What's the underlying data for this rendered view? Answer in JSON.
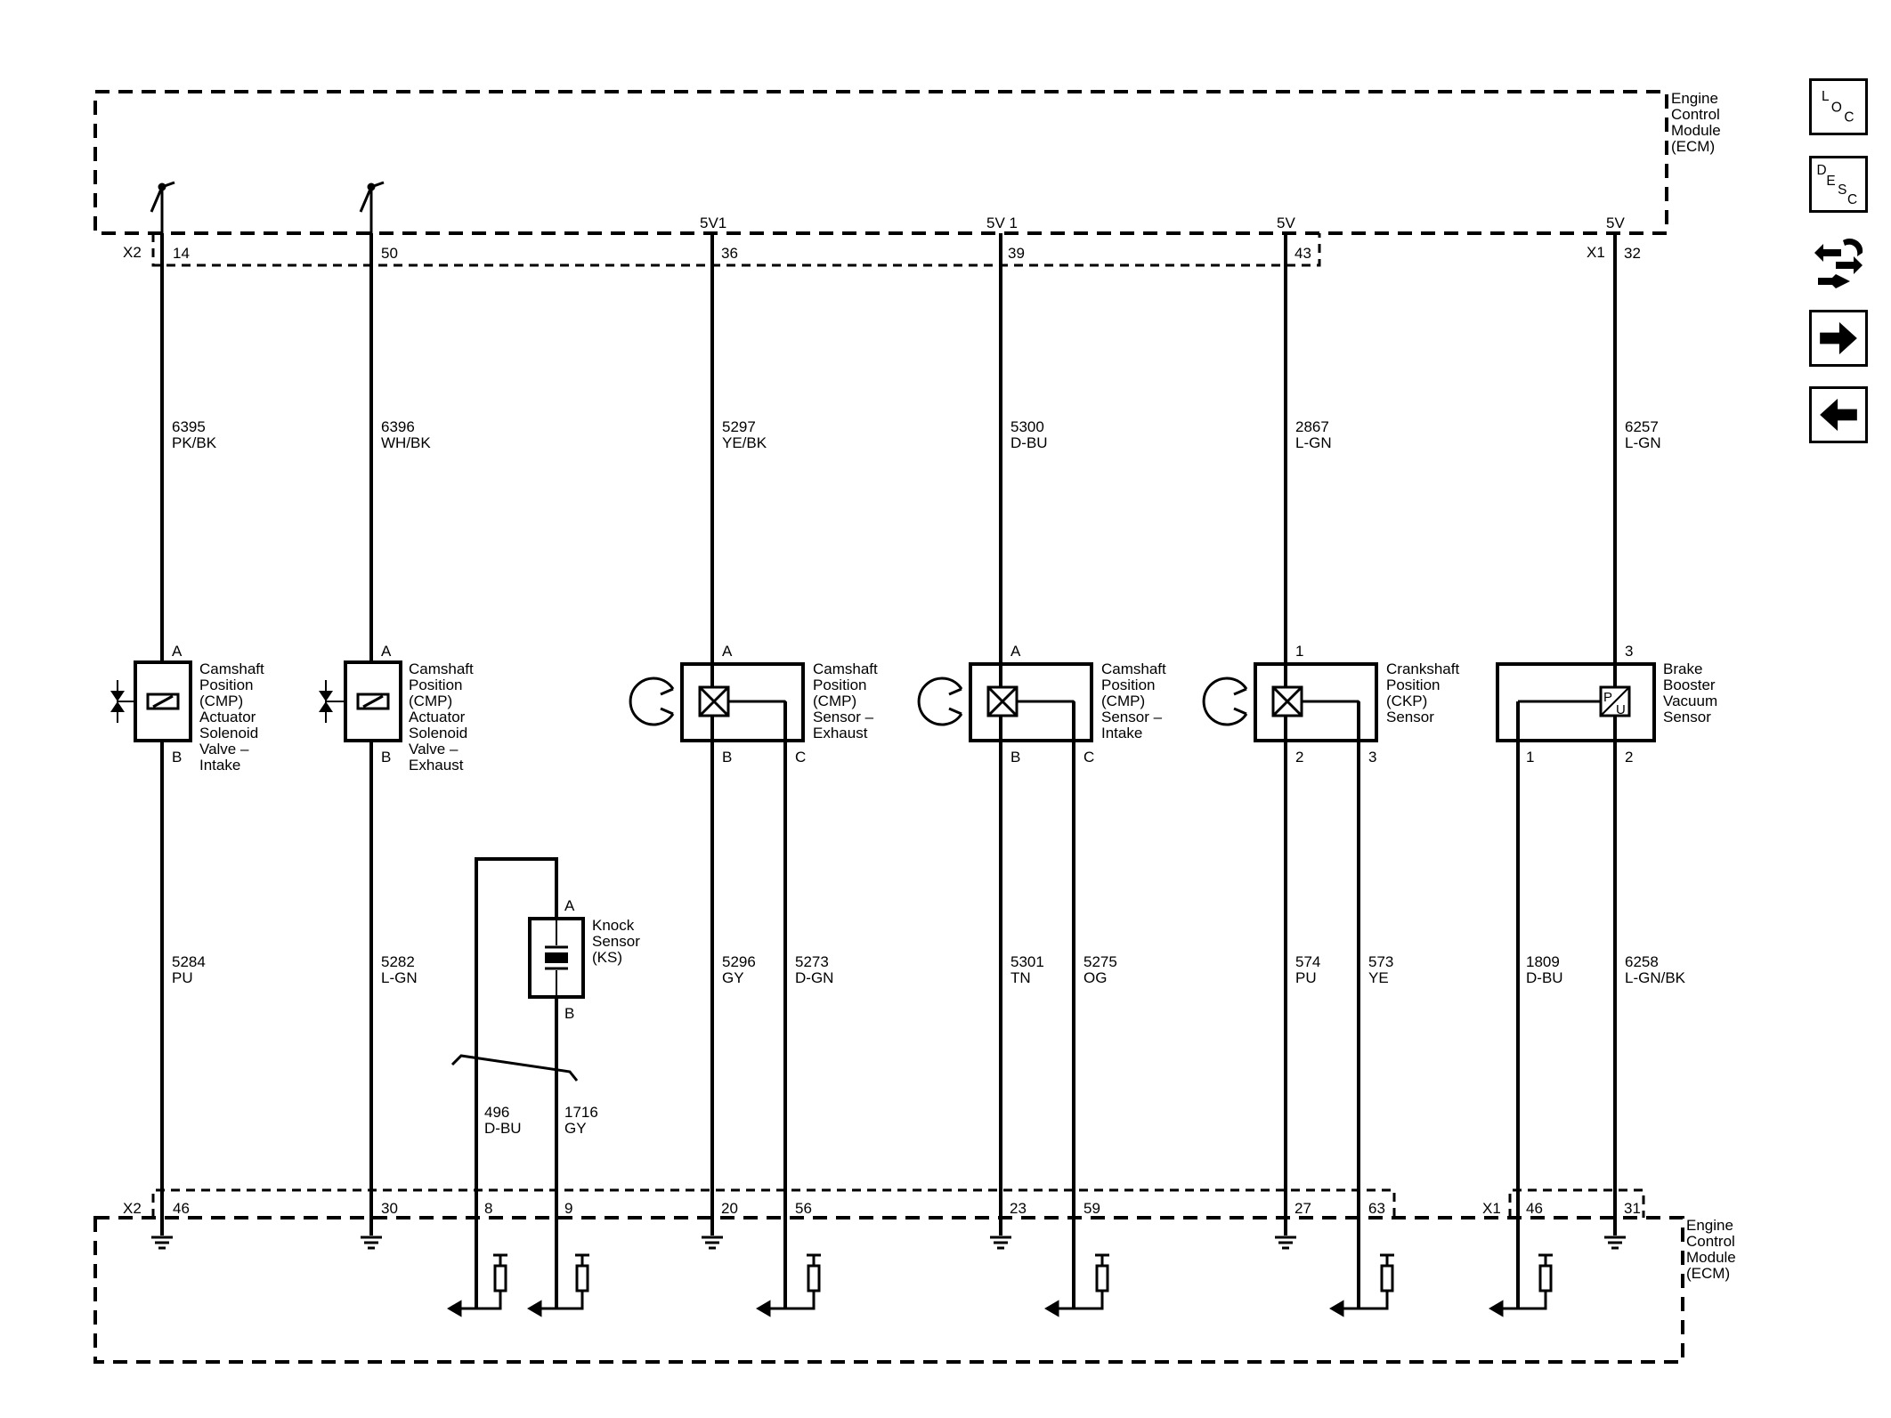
{
  "ecm": {
    "label_lines": [
      "Engine",
      "Control",
      "Module",
      "(ECM)"
    ]
  },
  "connectors": {
    "x1": "X1",
    "x2": "X2"
  },
  "supplies": {
    "c3": "5V1",
    "c4": "5V 1",
    "c5": "5V",
    "c6": "5V"
  },
  "top_pins": [
    "14",
    "50",
    "36",
    "39",
    "43",
    "32"
  ],
  "bottom_pins": [
    "46",
    "30",
    "8",
    "9",
    "20",
    "56",
    "23",
    "59",
    "27",
    "63",
    "46",
    "31"
  ],
  "top_wires": [
    {
      "num": "6395",
      "color": "PK/BK"
    },
    {
      "num": "6396",
      "color": "WH/BK"
    },
    {
      "num": "5297",
      "color": "YE/BK"
    },
    {
      "num": "5300",
      "color": "D-BU"
    },
    {
      "num": "2867",
      "color": "L-GN"
    },
    {
      "num": "6257",
      "color": "L-GN"
    }
  ],
  "bottom_wires": [
    {
      "num": "5284",
      "color": "PU"
    },
    {
      "num": "5282",
      "color": "L-GN"
    },
    {
      "num": "5296",
      "color": "GY"
    },
    {
      "num": "5273",
      "color": "D-GN"
    },
    {
      "num": "5301",
      "color": "TN"
    },
    {
      "num": "5275",
      "color": "OG"
    },
    {
      "num": "574",
      "color": "PU"
    },
    {
      "num": "573",
      "color": "YE"
    },
    {
      "num": "1809",
      "color": "D-BU"
    },
    {
      "num": "6258",
      "color": "L-GN/BK"
    }
  ],
  "ks_wires": [
    {
      "num": "496",
      "color": "D-BU"
    },
    {
      "num": "1716",
      "color": "GY"
    }
  ],
  "components": {
    "cmp_intake_valve": {
      "lines": [
        "Camshaft",
        "Position",
        "(CMP)",
        "Actuator",
        "Solenoid",
        "Valve –",
        "Intake"
      ],
      "pins": [
        "A",
        "B"
      ]
    },
    "cmp_exhaust_valve": {
      "lines": [
        "Camshaft",
        "Position",
        "(CMP)",
        "Actuator",
        "Solenoid",
        "Valve –",
        "Exhaust"
      ],
      "pins": [
        "A",
        "B"
      ]
    },
    "cmp_sensor_exhaust": {
      "lines": [
        "Camshaft",
        "Position",
        "(CMP)",
        "Sensor –",
        "Exhaust"
      ],
      "pins": [
        "A",
        "B",
        "C"
      ]
    },
    "cmp_sensor_intake": {
      "lines": [
        "Camshaft",
        "Position",
        "(CMP)",
        "Sensor –",
        "Intake"
      ],
      "pins": [
        "A",
        "B",
        "C"
      ]
    },
    "ckp_sensor": {
      "lines": [
        "Crankshaft",
        "Position",
        "(CKP)",
        "Sensor"
      ],
      "pins": [
        "1",
        "2",
        "3"
      ]
    },
    "brake_booster": {
      "lines": [
        "Brake",
        "Booster",
        "Vacuum",
        "Sensor"
      ],
      "pins": [
        "3",
        "1",
        "2"
      ],
      "symbol": [
        "P",
        "U"
      ]
    },
    "knock_sensor": {
      "lines": [
        "Knock",
        "Sensor",
        "(KS)"
      ],
      "pins": [
        "A",
        "B"
      ]
    }
  },
  "nav": {
    "loc": [
      "L",
      "O",
      "C"
    ],
    "desc": [
      "D",
      "E",
      "S",
      "C"
    ],
    "icons": [
      "connector-view-icon",
      "next-page-arrow-icon",
      "previous-page-arrow-icon"
    ]
  }
}
